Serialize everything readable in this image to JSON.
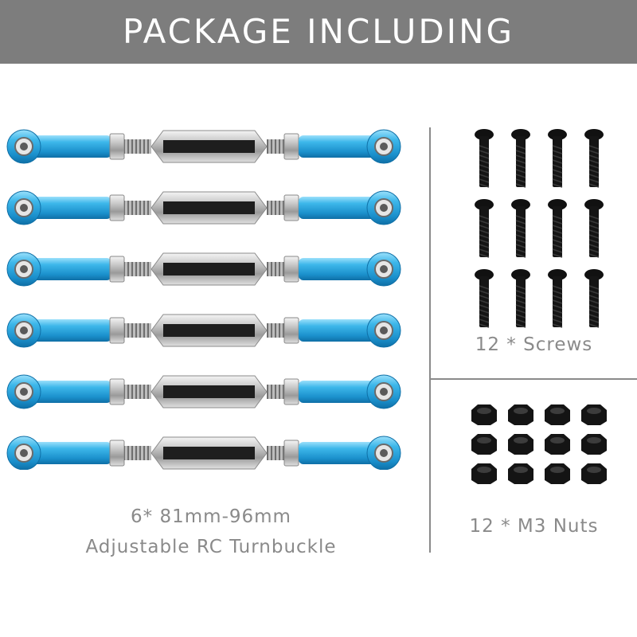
{
  "header": {
    "title": "PACKAGE INCLUDING"
  },
  "turnbuckle": {
    "count": 6,
    "caption_line1": "6* 81mm-96mm",
    "caption_line2": "Adjustable RC Turnbuckle"
  },
  "screws": {
    "count": 12,
    "caption": "12 * Screws"
  },
  "nuts": {
    "count": 12,
    "caption": "12 * M3 Nuts"
  },
  "colors": {
    "header_bg": "#7d7d7d",
    "header_text": "#ffffff",
    "rod_end_blue": "#2ea8de",
    "caption_gray": "#8a8a8a",
    "divider": "#8a8a8a"
  }
}
